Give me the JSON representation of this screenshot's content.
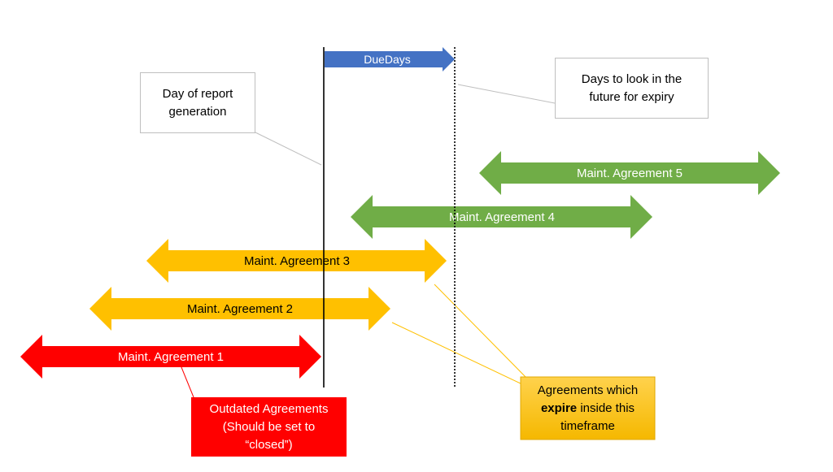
{
  "colors": {
    "red": "#ff0000",
    "amber": "#ffc000",
    "green": "#70ad47",
    "blue": "#4472c4",
    "connector_gray": "#bfbfbf",
    "connector_gold": "#ffc000",
    "connector_red": "#ff0000",
    "expire_box_gradient_top": "#ffd24d",
    "expire_box_gradient_bottom": "#f5b800"
  },
  "due_days_label": "DueDays",
  "agreements": [
    {
      "label": "Maint. Agreement 1",
      "color": "#ff0000",
      "status": "outdated"
    },
    {
      "label": "Maint. Agreement 2",
      "color": "#ffc000",
      "status": "expires_inside_timeframe"
    },
    {
      "label": "Maint. Agreement 3",
      "color": "#ffc000",
      "status": "expires_inside_timeframe"
    },
    {
      "label": "Maint. Agreement 4",
      "color": "#70ad47",
      "status": "active"
    },
    {
      "label": "Maint. Agreement 5",
      "color": "#70ad47",
      "status": "active"
    }
  ],
  "callouts": {
    "report_day": {
      "line1": "Day of report",
      "line2": "generation"
    },
    "future_days": {
      "line1": "Days to look in the",
      "line2": "future for expiry"
    },
    "outdated": {
      "line1": "Outdated Agreements",
      "line2": "(Should be set to",
      "line3": "“closed”)"
    },
    "expire": {
      "line1_bold": "expire",
      "line1_prefix": "Agreements which",
      "line2_suffix": " inside this",
      "line3": "timeframe"
    }
  }
}
